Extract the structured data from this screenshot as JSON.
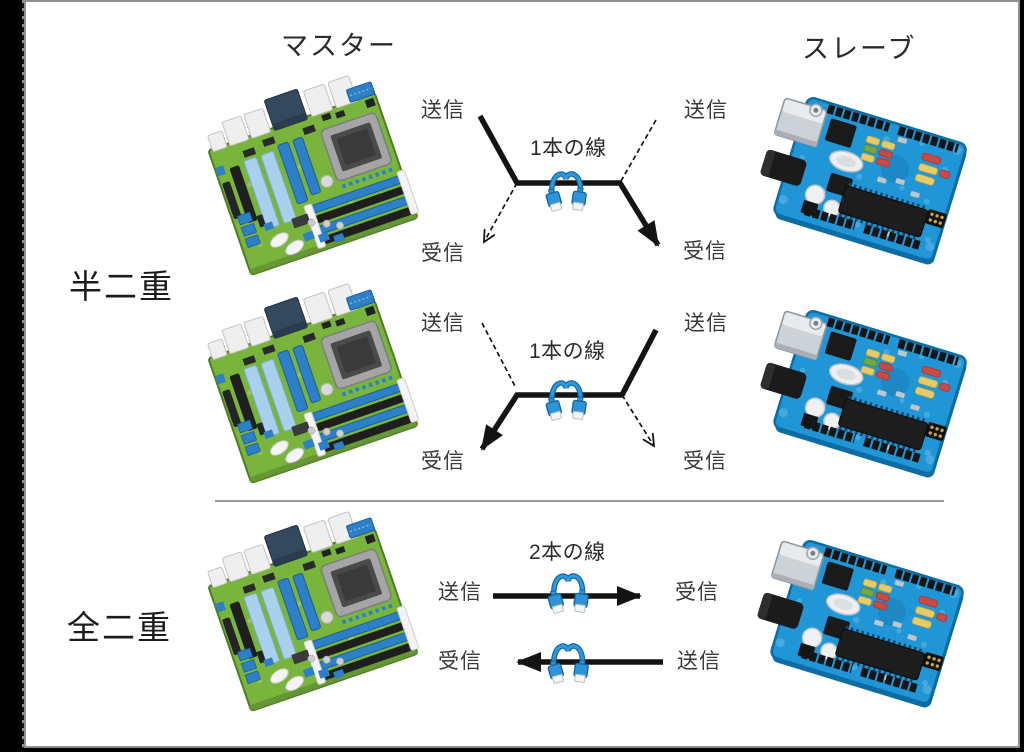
{
  "titles": {
    "master": "マスター",
    "slave": "スレーブ"
  },
  "sections": {
    "half_duplex": "半二重",
    "full_duplex": "全二重"
  },
  "labels": {
    "send": "送信",
    "receive": "受信",
    "one_wire": "1本の線",
    "two_wires": "2本の線"
  },
  "icons": {
    "cable": "lan-cable-icon",
    "master_board": "motherboard-illustration",
    "slave_board": "arduino-illustration"
  },
  "colors": {
    "background": "#000000",
    "page": "#ffffff",
    "line_black": "#141414",
    "divider_gray": "#7a7a7a",
    "cable_blue": "#2F93D8",
    "motherboard_green": "#79B43D",
    "arduino_blue": "#2196D6",
    "text": "#333333"
  }
}
